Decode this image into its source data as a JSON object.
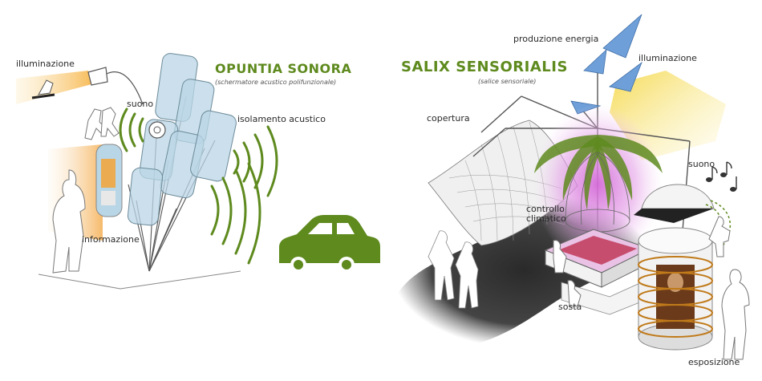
{
  "left_panel": {
    "title": "OPUNTIA SONORA",
    "subtitle": "(schermatore acustico polifunzionale)",
    "labels": {
      "illuminazione": "illuminazione",
      "suono": "suono",
      "isolamento": "isolamento acustico",
      "informazione": "informazione"
    }
  },
  "right_panel": {
    "title": "SALIX SENSORIALIS",
    "subtitle": "(salice sensoriale)",
    "labels": {
      "produzione": "produzione energia",
      "illuminazione": "illuminazione",
      "copertura": "copertura",
      "suono": "suono",
      "controllo_line1": "controllo",
      "controllo_line2": "climatico",
      "sosta": "sosta",
      "esposizione": "esposizione"
    }
  },
  "colors": {
    "accent_green": "#5e8a1e",
    "panel_blue": "#b9d6e6",
    "light_yellow": "#f5d84a",
    "light_orange": "#f5b25a",
    "glow_magenta": "#d46ad8",
    "solar_blue": "#6f9fd8"
  },
  "icons": [
    "lamp-icon",
    "music-notes-icon",
    "car-icon",
    "person-silhouette-icon"
  ]
}
